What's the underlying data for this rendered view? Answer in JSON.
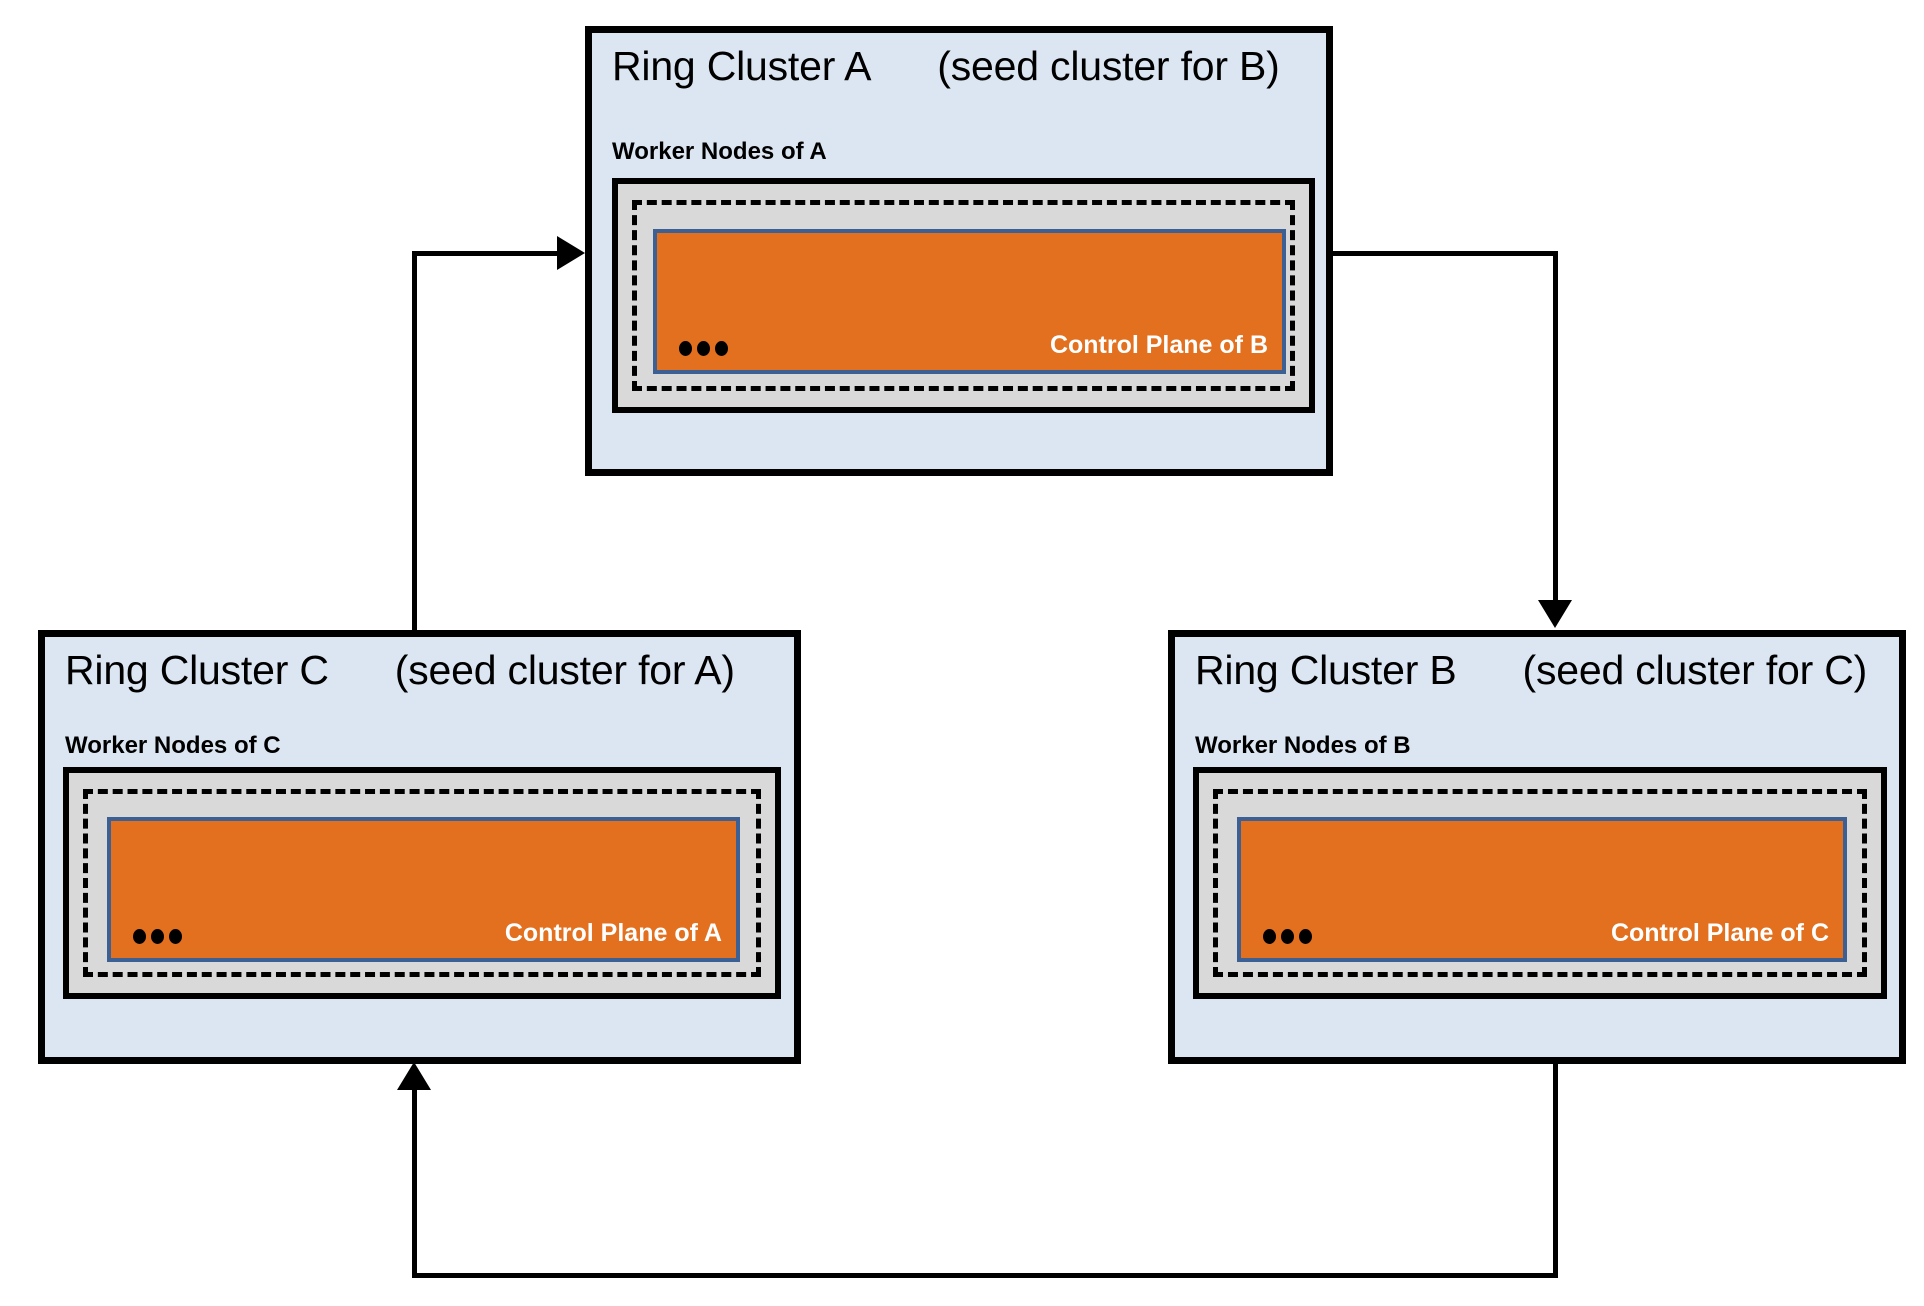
{
  "diagram": {
    "type": "ring-cluster-topology",
    "colors": {
      "cluster_background": "#dce6f2",
      "worker_background": "#d9d9d9",
      "control_plane_fill": "#e2701f",
      "control_plane_border": "#3c5f94",
      "outline": "#000000",
      "control_plane_text": "#ffffff"
    },
    "clusters": [
      {
        "id": "A",
        "title": "Ring Cluster A",
        "subtitle": "(seed cluster for B)",
        "worker_label": "Worker Nodes of A",
        "control_plane_label": "Control Plane of B",
        "ellipsis": "•••"
      },
      {
        "id": "C",
        "title": "Ring Cluster C",
        "subtitle": "(seed cluster for A)",
        "worker_label": "Worker Nodes of C",
        "control_plane_label": "Control Plane of A",
        "ellipsis": "•••"
      },
      {
        "id": "B",
        "title": "Ring Cluster B",
        "subtitle": "(seed cluster for C)",
        "worker_label": "Worker Nodes of B",
        "control_plane_label": "Control Plane of C",
        "ellipsis": "•••"
      }
    ],
    "connections": [
      {
        "id": "a-to-b",
        "from": "A",
        "to": "B",
        "arrow": "arrow-down-icon"
      },
      {
        "id": "b-to-c",
        "from": "B",
        "to": "C",
        "arrow": "arrow-up-icon"
      },
      {
        "id": "c-to-a",
        "from": "C",
        "to": "A",
        "arrow": "arrow-right-icon"
      }
    ]
  }
}
